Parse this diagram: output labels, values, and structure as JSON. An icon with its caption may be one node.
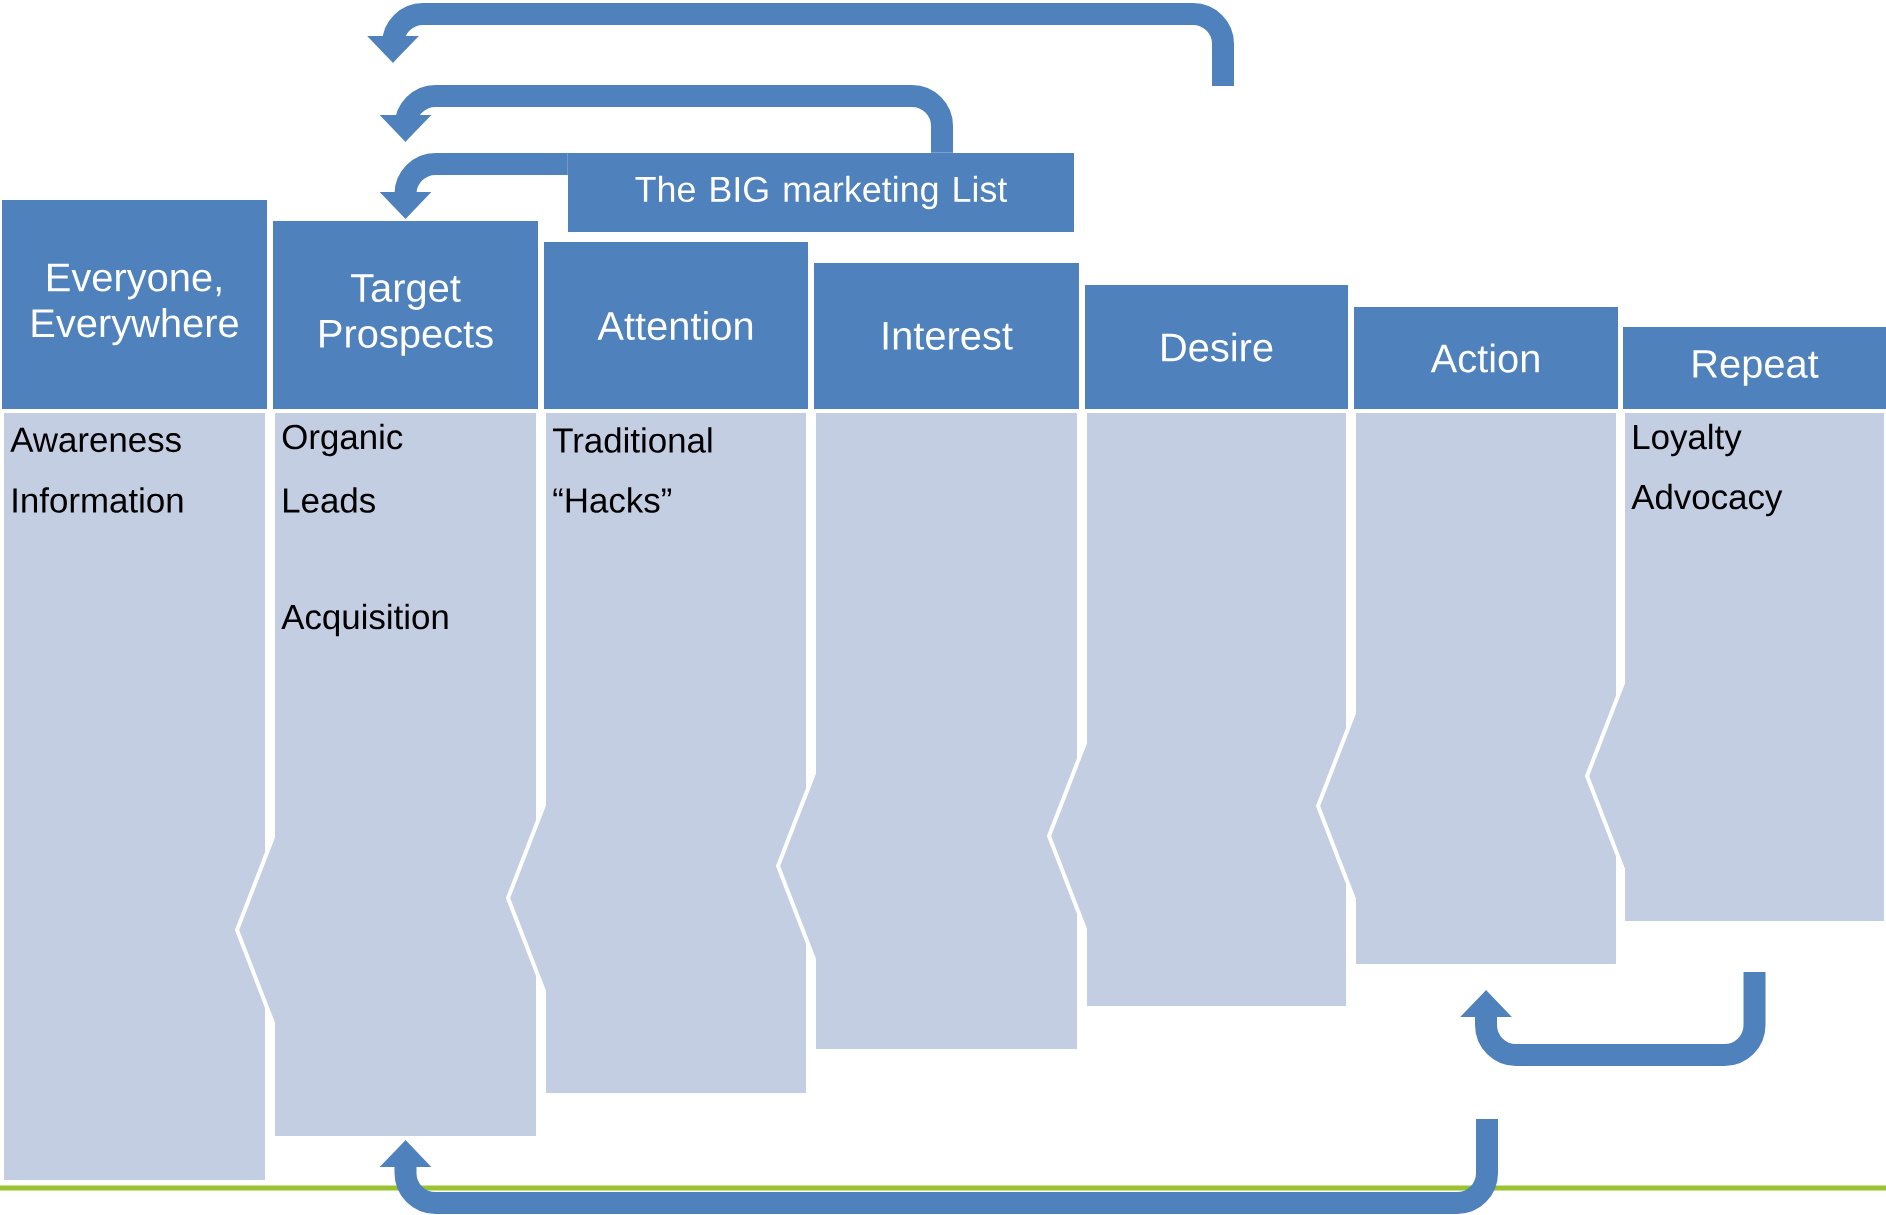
{
  "diagram": {
    "nodes": [
      {
        "text": [
          "Everyone, Everywhere",
          "Awareness",
          "Information"
        ]
      },
      {
        "text": [
          "Target Prospects",
          "Organic",
          "Leads",
          "Acquisition"
        ]
      },
      {
        "text": [
          "Attention",
          "Traditional",
          "“Hacks”"
        ]
      },
      {
        "text": [
          "Interest"
        ]
      },
      {
        "text": [
          "Desire"
        ]
      },
      {
        "text": [
          "Action"
        ]
      },
      {
        "text": [
          "Repeat",
          "Loyalty",
          "Advocacy"
        ]
      },
      {
        "text": [
          "The BIG marketing List"
        ]
      }
    ],
    "edges": [
      {
        "from": 7,
        "to": 1,
        "arrow": "to"
      },
      {
        "from": 7,
        "to": 1,
        "arrow": "to"
      },
      {
        "from": 6,
        "to": 5,
        "arrow": "to"
      },
      {
        "from": null,
        "to": 1,
        "arrow": "to"
      }
    ]
  }
}
